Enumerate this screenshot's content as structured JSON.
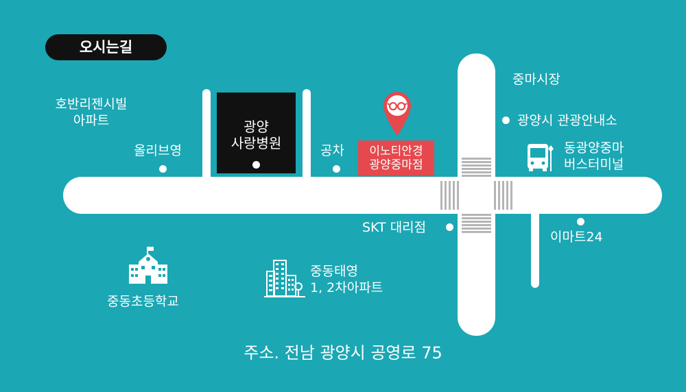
{
  "title": "오시는길",
  "landmarks": {
    "hobanri": "호반리젠시빌\n아파트",
    "olive": "올리브영",
    "hospital": "광양\n사랑병원",
    "gongcha": "공차",
    "store": "이노티안경\n광양중마점",
    "jungma_market": "중마시장",
    "tourist_info": "광양시 관광안내소",
    "bus_terminal": "동광양중마\n버스터미널",
    "skt": "SKT 대리점",
    "emart24": "이마트24",
    "school": "중동초등학교",
    "apartment": "중동태영\n1, 2차아파트"
  },
  "address": "주소. 전남 광양시 공영로 75",
  "colors": {
    "background": "#1ba7b4",
    "road": "#ffffff",
    "store": "#e5494d",
    "hospital": "#111111",
    "title_pill": "#111111"
  },
  "icons": [
    "location-pin-icon",
    "glasses-icon",
    "bus-icon",
    "school-icon",
    "building-icon"
  ]
}
